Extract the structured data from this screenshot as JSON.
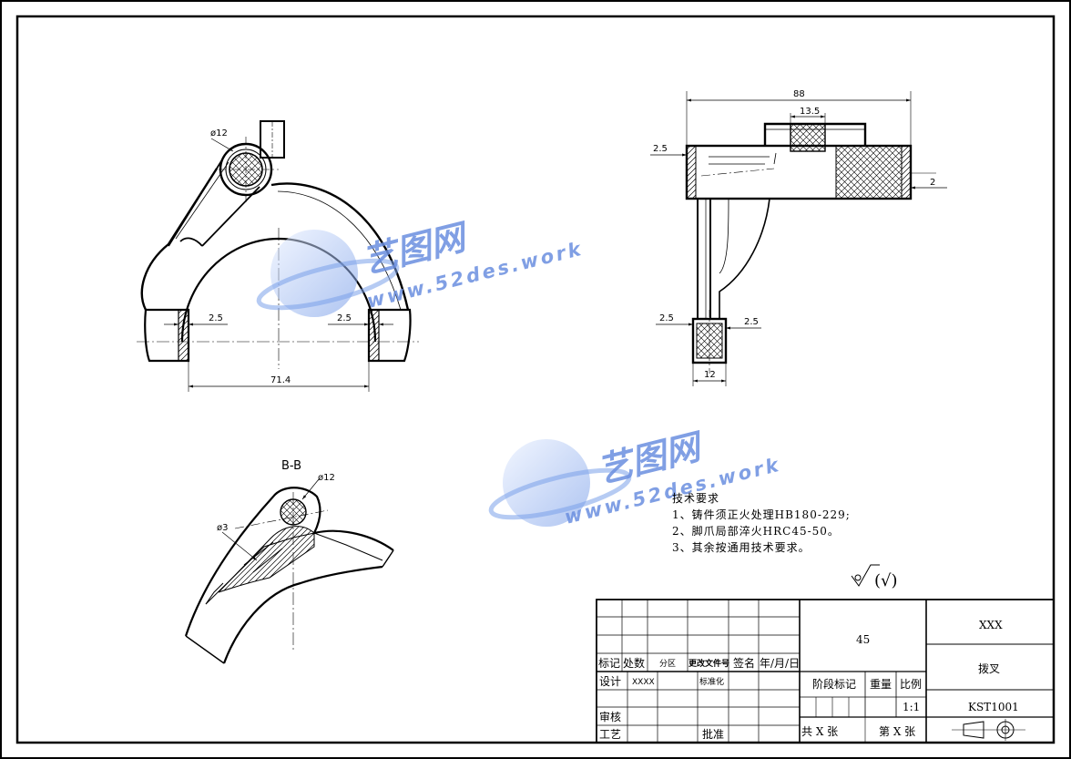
{
  "dimensions": {
    "front_dia": "ø12",
    "front_left_thk": "2.5",
    "front_right_thk": "2.5",
    "front_span": "71.4",
    "side_total": "88",
    "side_slot": "13.5",
    "side_left": "2.5",
    "side_right": "2",
    "side_foot_left": "2.5",
    "side_foot_right": "2.5",
    "side_foot_width": "12"
  },
  "section": {
    "title": "B-B",
    "dia_large": "ø12",
    "dia_small": "ø3"
  },
  "watermark": {
    "cn": "艺图网",
    "url": "www.52des.work"
  },
  "tech_notes": {
    "title": "技术要求",
    "lines": [
      "1、铸件须正火处理HB180-229;",
      "2、脚爪局部淬火HRC45-50。",
      "3、其余按通用技术要求。"
    ]
  },
  "roughness": "(√)",
  "title_block": {
    "material": "45",
    "company": "XXX",
    "part_name": "拨叉",
    "drawing_no": "KST1001",
    "headers": [
      "标记",
      "处数",
      "分区",
      "更改文件号",
      "签名",
      "年/月/日"
    ],
    "design_label": "设计",
    "designer": "XXXX",
    "standard_label": "标准化",
    "review_label": "审核",
    "process_label": "工艺",
    "approve_label": "批准",
    "stage_label": "阶段标记",
    "weight_label": "重量",
    "scale_label": "比例",
    "scale": "1:1",
    "sheets_total": "共 X 张",
    "sheet_no": "第 X 张"
  }
}
